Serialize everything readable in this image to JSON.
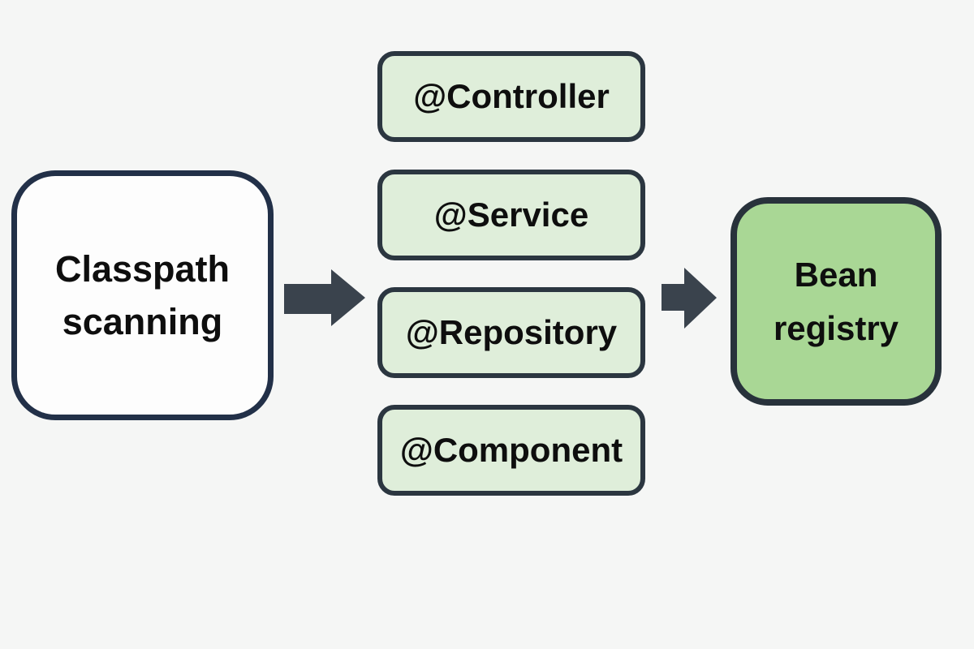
{
  "diagram": {
    "source_node": {
      "label": "Classpath scanning"
    },
    "annotation_nodes": [
      {
        "label": "@Controller"
      },
      {
        "label": "@Service"
      },
      {
        "label": "@Repository"
      },
      {
        "label": "@Component"
      }
    ],
    "target_node": {
      "label": "Bean registry"
    },
    "icons": {
      "left_arrow": "arrow-right",
      "right_arrow": "arrow-right"
    },
    "colors": {
      "background": "#f5f6f5",
      "source_fill": "#fdfdfd",
      "annotation_fill": "#dfeeda",
      "target_fill": "#a9d795",
      "source_border": "#223048",
      "annotation_border": "#2b3640",
      "target_border": "#28323b",
      "arrow": "#3a434d",
      "text": "#0e0e0e"
    }
  }
}
